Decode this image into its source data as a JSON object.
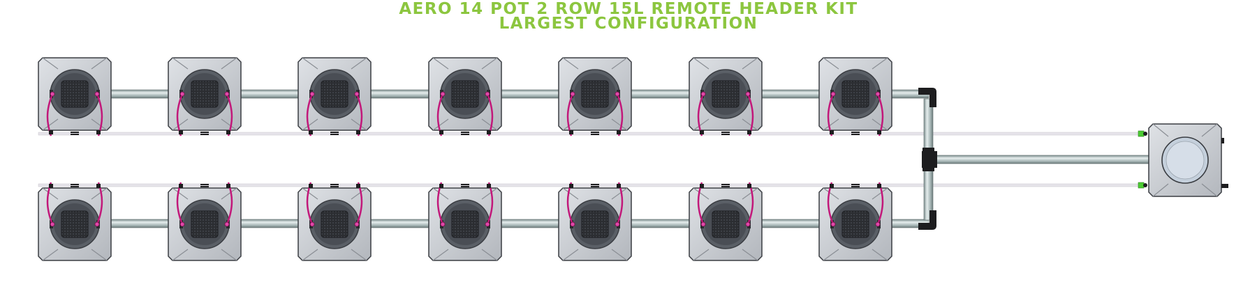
{
  "title": {
    "line1": "AERO 14 POT 2 ROW 15L REMOTE HEADER KIT",
    "line2": "LARGEST CONFIGURATION"
  },
  "colors": {
    "title": "#8cc63f",
    "pot_body": "#c9ccd1",
    "pot_edge": "#3a3d42",
    "pot_lid": "#4a4e55",
    "net_basket": "#2b2d31",
    "pipe": "#a9b8b8",
    "pipe_highlight": "#e2ecec",
    "feed_line": "#e6e4ea",
    "drip_tube": "#c2187a",
    "fitting": "#1d1d1f",
    "valve": "#4ccc33"
  },
  "layout": {
    "rows": 2,
    "pots_per_row": 7,
    "remote_header_tanks": 1
  }
}
